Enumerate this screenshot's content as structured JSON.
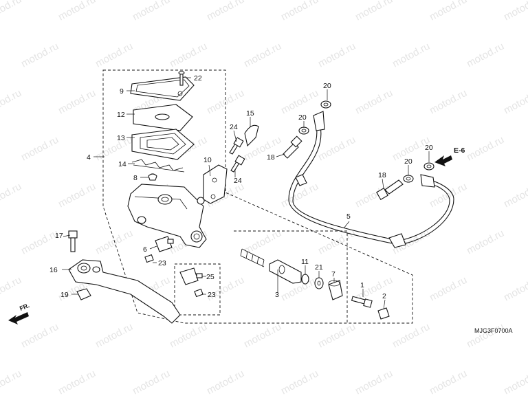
{
  "diagram": {
    "code": "MJG3F0700A",
    "ref_label": "E-6",
    "direction_label": "FR.",
    "watermark_text": "motod.ru",
    "callouts": [
      {
        "id": "c22",
        "label": "22"
      },
      {
        "id": "c9",
        "label": "9"
      },
      {
        "id": "c12",
        "label": "12"
      },
      {
        "id": "c13",
        "label": "13"
      },
      {
        "id": "c4",
        "label": "4"
      },
      {
        "id": "c14",
        "label": "14"
      },
      {
        "id": "c8",
        "label": "8"
      },
      {
        "id": "c10",
        "label": "10"
      },
      {
        "id": "c24a",
        "label": "24"
      },
      {
        "id": "c24b",
        "label": "24"
      },
      {
        "id": "c15",
        "label": "15"
      },
      {
        "id": "c20a",
        "label": "20"
      },
      {
        "id": "c20b",
        "label": "20"
      },
      {
        "id": "c20c",
        "label": "20"
      },
      {
        "id": "c20d",
        "label": "20"
      },
      {
        "id": "c18a",
        "label": "18"
      },
      {
        "id": "c18b",
        "label": "18"
      },
      {
        "id": "c5",
        "label": "5"
      },
      {
        "id": "c17",
        "label": "17"
      },
      {
        "id": "c6",
        "label": "6"
      },
      {
        "id": "c23a",
        "label": "23"
      },
      {
        "id": "c23b",
        "label": "23"
      },
      {
        "id": "c16",
        "label": "16"
      },
      {
        "id": "c25",
        "label": "25"
      },
      {
        "id": "c19",
        "label": "19"
      },
      {
        "id": "c3",
        "label": "3"
      },
      {
        "id": "c11",
        "label": "11"
      },
      {
        "id": "c21",
        "label": "21"
      },
      {
        "id": "c7",
        "label": "7"
      },
      {
        "id": "c1",
        "label": "1"
      },
      {
        "id": "c2",
        "label": "2"
      }
    ]
  }
}
